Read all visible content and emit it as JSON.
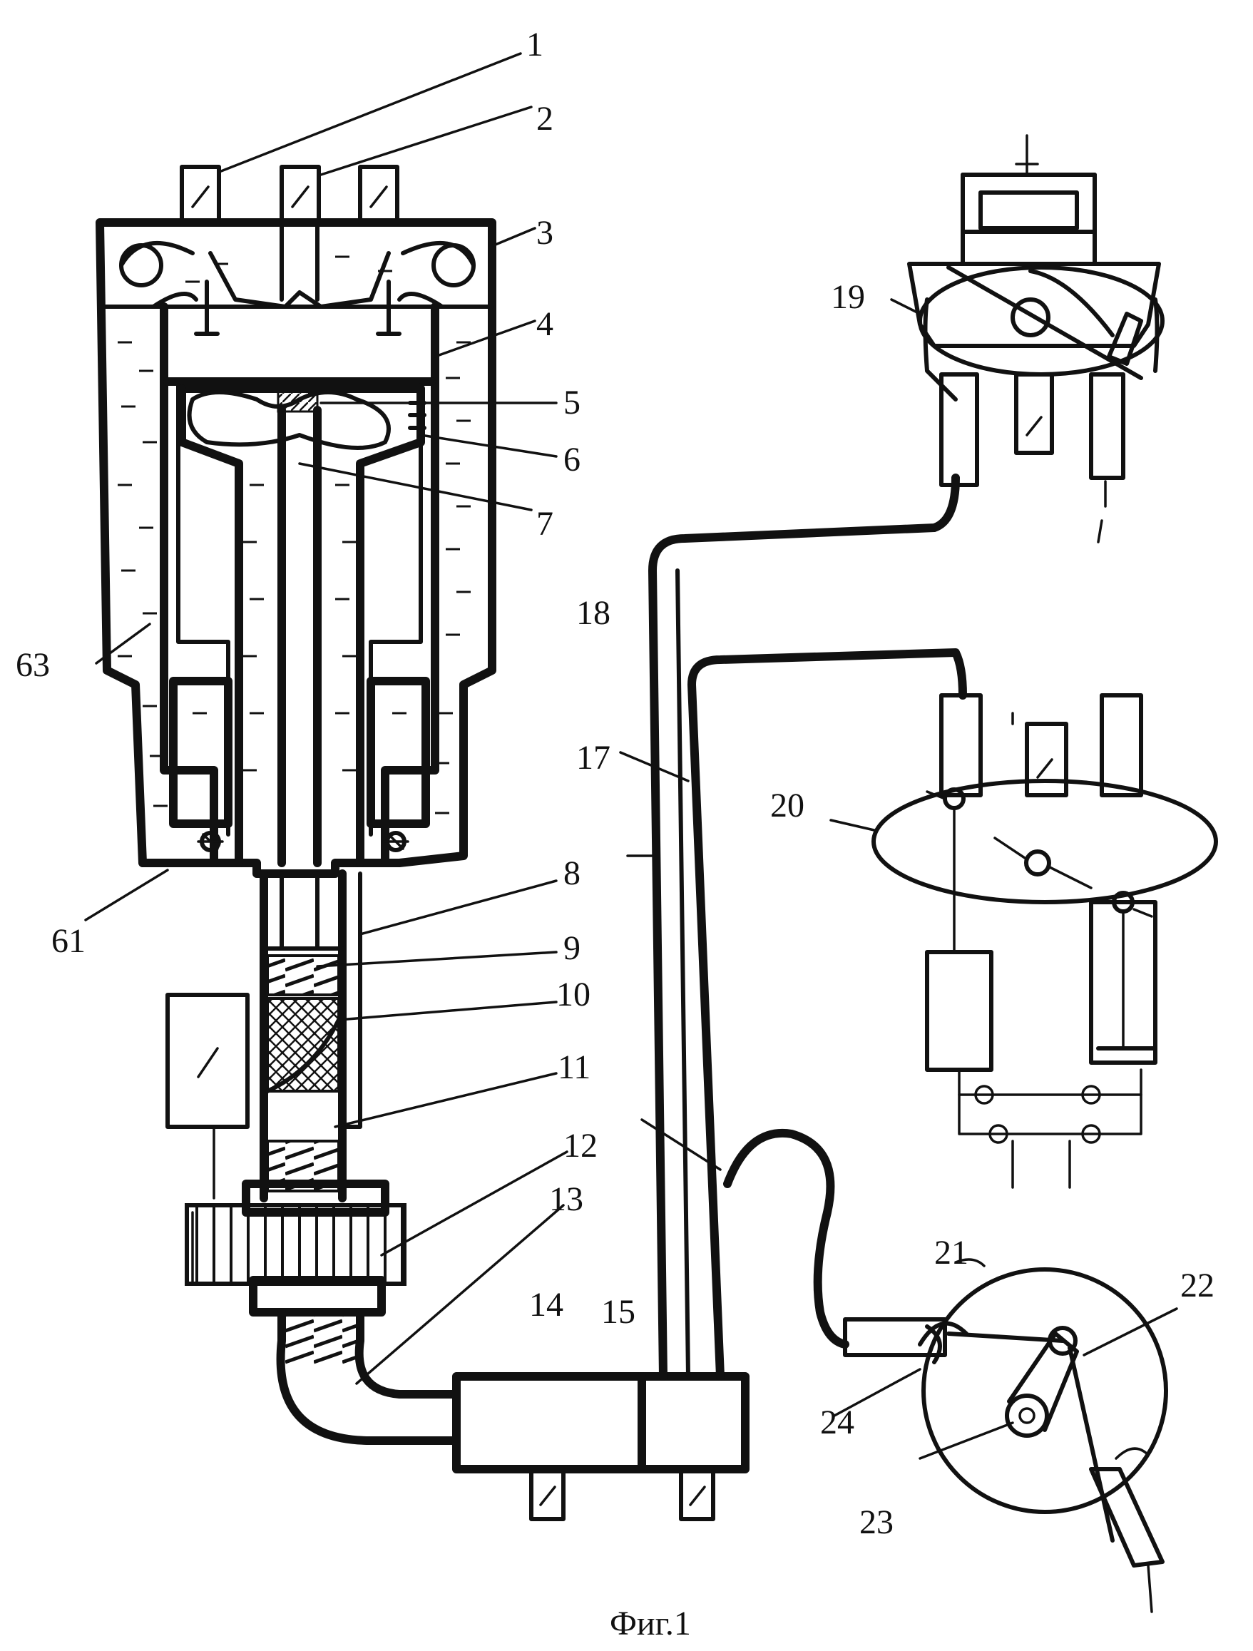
{
  "caption": "Фиг.1",
  "callouts": [
    {
      "id": "1",
      "text": "1"
    },
    {
      "id": "2",
      "text": "2"
    },
    {
      "id": "3",
      "text": "3"
    },
    {
      "id": "4",
      "text": "4"
    },
    {
      "id": "5",
      "text": "5"
    },
    {
      "id": "6",
      "text": "6"
    },
    {
      "id": "7",
      "text": "7"
    },
    {
      "id": "8",
      "text": "8"
    },
    {
      "id": "9",
      "text": "9"
    },
    {
      "id": "10",
      "text": "10"
    },
    {
      "id": "11",
      "text": "11"
    },
    {
      "id": "12",
      "text": "12"
    },
    {
      "id": "13",
      "text": "13"
    },
    {
      "id": "14",
      "text": "14"
    },
    {
      "id": "15",
      "text": "15"
    },
    {
      "id": "17",
      "text": "17"
    },
    {
      "id": "18",
      "text": "18"
    },
    {
      "id": "19",
      "text": "19"
    },
    {
      "id": "20",
      "text": "20"
    },
    {
      "id": "21",
      "text": "21"
    },
    {
      "id": "22",
      "text": "22"
    },
    {
      "id": "23",
      "text": "23"
    },
    {
      "id": "24",
      "text": "24"
    },
    {
      "id": "61",
      "text": "61"
    },
    {
      "id": "63",
      "text": "63"
    }
  ]
}
